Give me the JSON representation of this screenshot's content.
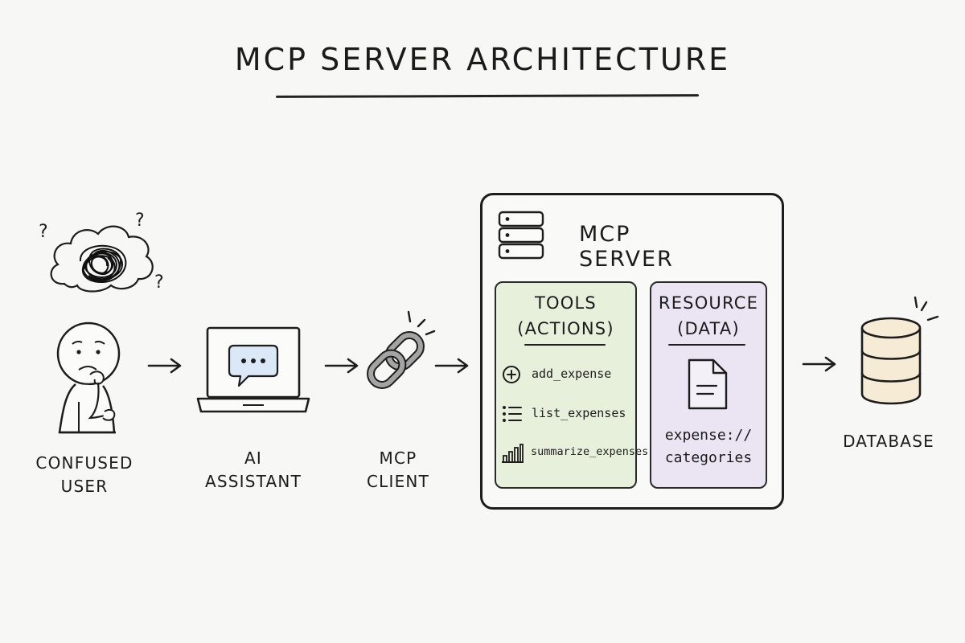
{
  "title": "MCP SERVER ARCHITECTURE",
  "nodes": {
    "user": {
      "line1": "CONFUSED",
      "line2": "USER"
    },
    "assistant": {
      "line1": "AI",
      "line2": "ASSISTANT"
    },
    "client": {
      "line1": "MCP",
      "line2": "CLIENT"
    },
    "database": {
      "label": "DATABASE"
    }
  },
  "server": {
    "title": "MCP SERVER",
    "tools": {
      "heading1": "TOOLS",
      "heading2": "(ACTIONS)",
      "items": [
        {
          "name": "add_expense",
          "icon": "plus-circle-icon"
        },
        {
          "name": "list_expenses",
          "icon": "list-icon"
        },
        {
          "name": "summarize_expenses",
          "icon": "bar-chart-icon"
        }
      ]
    },
    "resource": {
      "heading1": "RESOURCE",
      "heading2": "(DATA)",
      "uri1": "expense://",
      "uri2": "categories",
      "icon": "document-icon"
    }
  },
  "colors": {
    "background": "#f7f7f5",
    "tools_fill": "#e6f0db",
    "resource_fill": "#ebe4f3",
    "chat_bubble": "#dbe8f8",
    "link_gray": "#9a9a9a",
    "database_fill": "#f6ecd6",
    "ink": "#1b1b1b"
  }
}
